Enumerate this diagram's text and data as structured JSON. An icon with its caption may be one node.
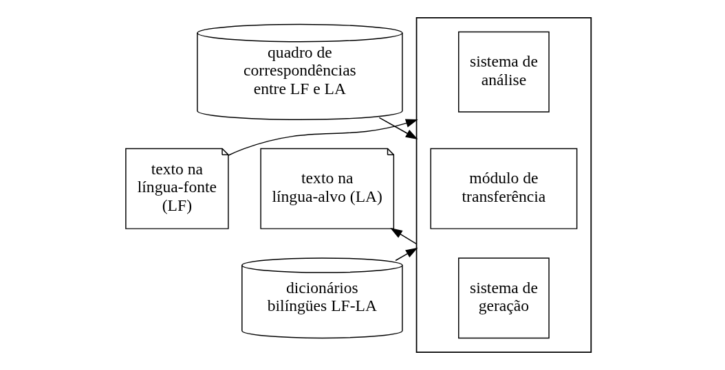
{
  "diagram": {
    "nodes": [
      {
        "text": [
          "quadro de correspondências entre LF e LA"
        ]
      },
      {
        "text": [
          "texto na língua-fonte (LF)"
        ]
      },
      {
        "text": [],
        "shape": "box"
      },
      {
        "text": [
          "sistema de análise"
        ],
        "in": 2
      },
      {
        "text": [
          "módulo de transferência"
        ],
        "in": 2
      },
      {
        "text": [
          "sistema de geração"
        ],
        "in": 2
      },
      {
        "text": [
          "texto na língua-alvo (LA)"
        ]
      },
      {
        "text": [
          "dicionários bilíngües LF-LA"
        ]
      }
    ],
    "edges": [
      {
        "from": 0,
        "to": 2,
        "arrow": "to"
      },
      {
        "from": 1,
        "to": 2,
        "arrow": "to"
      },
      {
        "from": 7,
        "to": 2,
        "arrow": "to"
      },
      {
        "from": 2,
        "to": 6,
        "arrow": "to"
      }
    ]
  }
}
